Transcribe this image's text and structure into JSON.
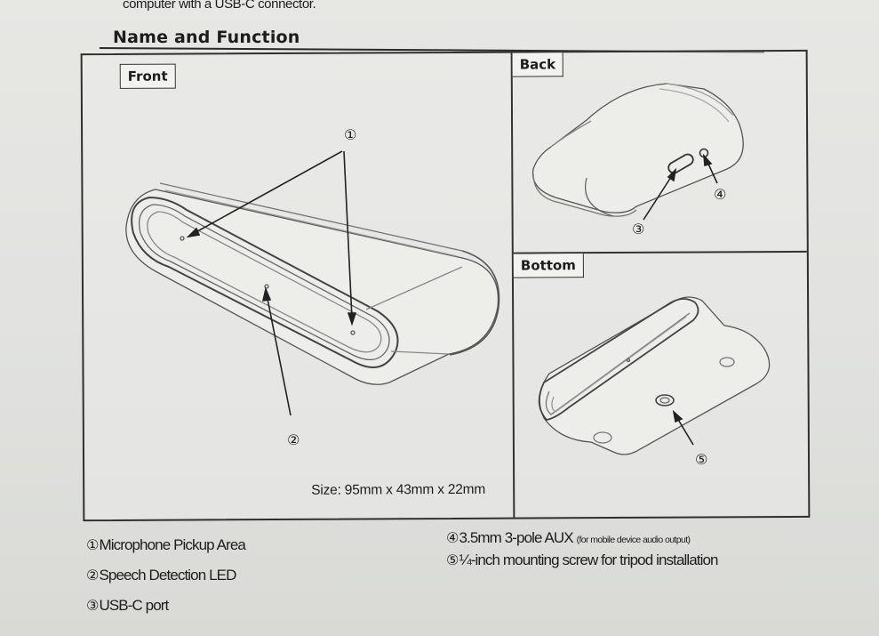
{
  "header": {
    "top_text": "computer with a USB-C connector.",
    "section_title": "Name and Function"
  },
  "panels": {
    "front_label": "Front",
    "back_label": "Back",
    "bottom_label": "Bottom"
  },
  "callouts": {
    "front_1": "①",
    "front_2": "②",
    "back_3": "③",
    "back_4": "④",
    "bottom_5": "⑤"
  },
  "size_note": "Size: 95mm x 43mm x 22mm",
  "legend": [
    {
      "num": "①",
      "text": "Microphone Pickup Area"
    },
    {
      "num": "②",
      "text": "Speech Detection LED"
    },
    {
      "num": "③",
      "text": "USB-C port"
    },
    {
      "num": "④",
      "text": "3.5mm 3-pole AUX",
      "note": "(for mobile device audio output)"
    },
    {
      "num": "⑤",
      "text": "¼-inch mounting screw for tripod installation"
    }
  ]
}
